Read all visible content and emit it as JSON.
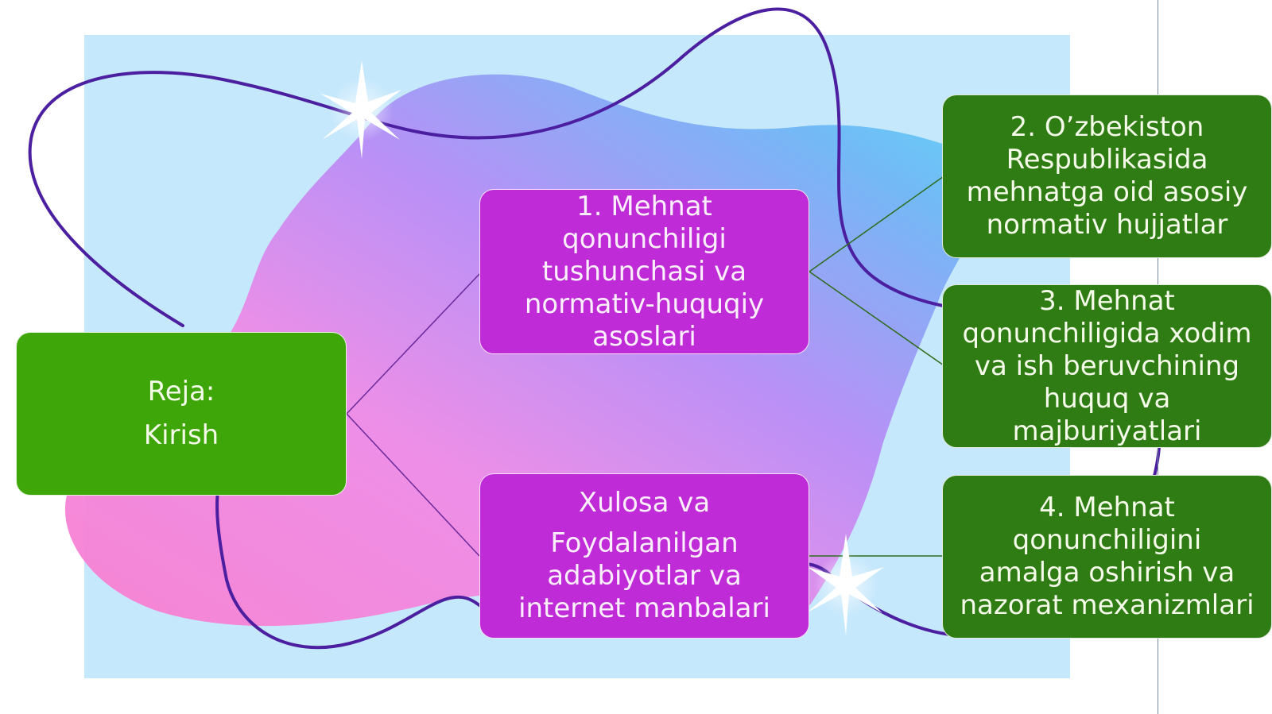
{
  "diagram": {
    "type": "mind-map",
    "colors": {
      "background_panel": "#c6e8fc",
      "root_node": "#3fa60a",
      "middle_nodes": "#bf2bd6",
      "leaf_nodes": "#2f7c14",
      "curve_line": "#4b1fa0",
      "connector_line_green": "#2e6b1c",
      "connector_line_purple": "#6a2a9a"
    },
    "root": {
      "lines": [
        "Reja:",
        "Kirish"
      ]
    },
    "middle": [
      {
        "lines": [
          "1. Mehnat",
          "qonunchiligi",
          "tushunchasi va",
          "normativ-huquqiy",
          "asoslari"
        ]
      },
      {
        "lines": [
          "Xulosa va",
          "Foydalanilgan",
          "adabiyotlar va",
          "internet manbalari"
        ]
      }
    ],
    "leaves": [
      {
        "lines": [
          "2. O’zbekiston",
          "Respublikasida",
          "mehnatga oid asosiy",
          "normativ hujjatlar"
        ]
      },
      {
        "lines": [
          "3. Mehnat",
          "qonunchiligida xodim",
          "va ish beruvchining",
          "huquq va",
          "majburiyatlari"
        ]
      },
      {
        "lines": [
          "4. Mehnat",
          "qonunchiligini",
          "amalga oshirish va",
          "nazorat mexanizmlari"
        ]
      }
    ]
  }
}
